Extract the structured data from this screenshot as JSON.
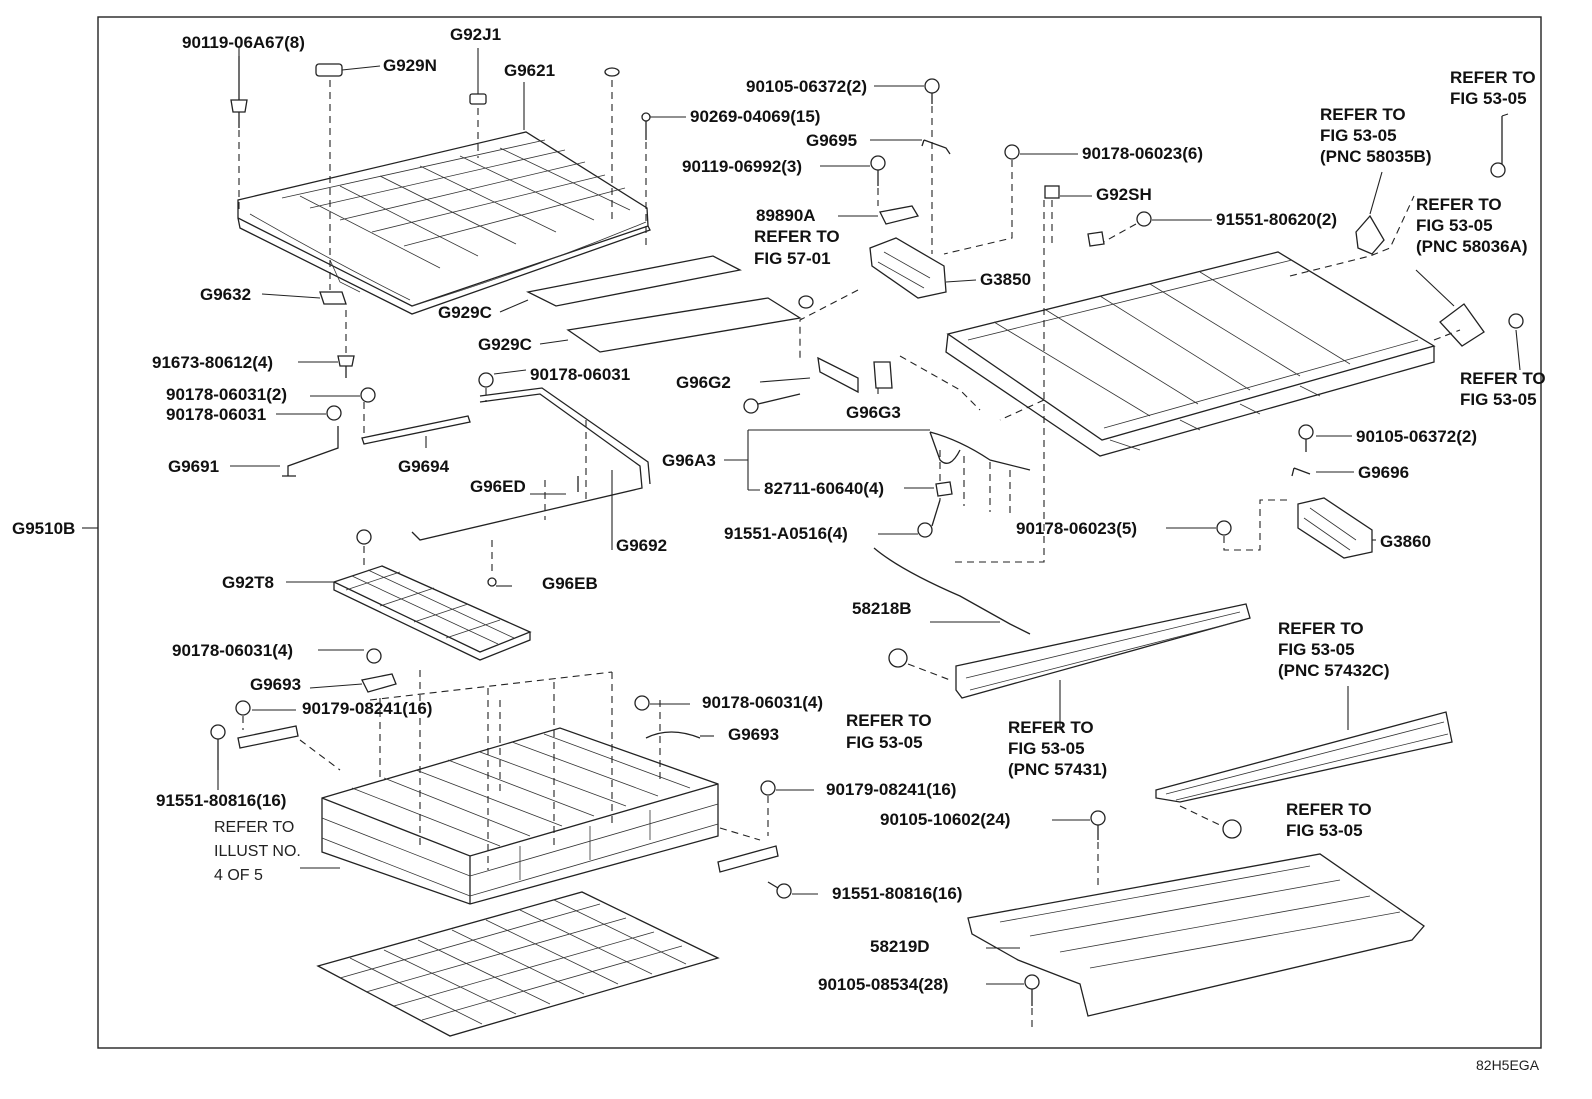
{
  "drawing_code": "82H5EGA",
  "main_assembly": "G9510B",
  "labels": {
    "l1": "90119-06A67(8)",
    "l2": "G929N",
    "l3": "G92J1",
    "l4": "G9621",
    "l5": "90269-04069(15)",
    "l6": "G9632",
    "l7": "G929C",
    "l8": "G929C",
    "l9": "91673-80612(4)",
    "l10": "90178-06031(2)",
    "l11": "90178-06031",
    "l12": "G9691",
    "l13": "G9694",
    "l14": "90178-06031",
    "l15": "G96ED",
    "l16": "G9692",
    "l17": "G96EB",
    "l18": "G92T8",
    "l19": "90178-06031(4)",
    "l20": "G9693",
    "l21": "90179-08241(16)",
    "l22": "91551-80816(16)",
    "l23": "90178-06031(4)",
    "l24": "G9693",
    "l25": "90179-08241(16)",
    "l26": "91551-80816(16)",
    "l27": "90105-06372(2)",
    "l28": "G9695",
    "l29": "90119-06992(3)",
    "l30": "89890A",
    "l31": "G3850",
    "l32": "90178-06023(6)",
    "l33": "G92SH",
    "l34": "91551-80620(2)",
    "l35": "G96G2",
    "l36": "G96G3",
    "l37": "G96A3",
    "l38": "82711-60640(4)",
    "l39": "91551-A0516(4)",
    "l40": "58218B",
    "l41": "90178-06023(5)",
    "l42": "G3860",
    "l43": "90105-06372(2)",
    "l44": "G9696",
    "l45": "90105-10602(24)",
    "l46": "58219D",
    "l47": "90105-08534(28)"
  },
  "refer_notes": {
    "r1": [
      "REFER TO",
      "FIG 57-01"
    ],
    "r2": [
      "REFER TO",
      "FIG 53-05",
      "(PNC 58035B)"
    ],
    "r3": [
      "REFER TO",
      "FIG 53-05"
    ],
    "r4": [
      "REFER TO",
      "FIG 53-05",
      "(PNC 58036A)"
    ],
    "r5": [
      "REFER TO",
      "FIG 53-05"
    ],
    "r6": [
      "REFER TO",
      "FIG 53-05",
      "(PNC 57432C)"
    ],
    "r7": [
      "REFER TO",
      "FIG 53-05"
    ],
    "r8": [
      "REFER TO",
      "FIG 53-05",
      "(PNC 57431)"
    ],
    "r9": [
      "REFER TO",
      "FIG 53-05"
    ],
    "r10": [
      "REFER TO",
      "ILLUST NO.",
      "4 OF 5"
    ]
  }
}
